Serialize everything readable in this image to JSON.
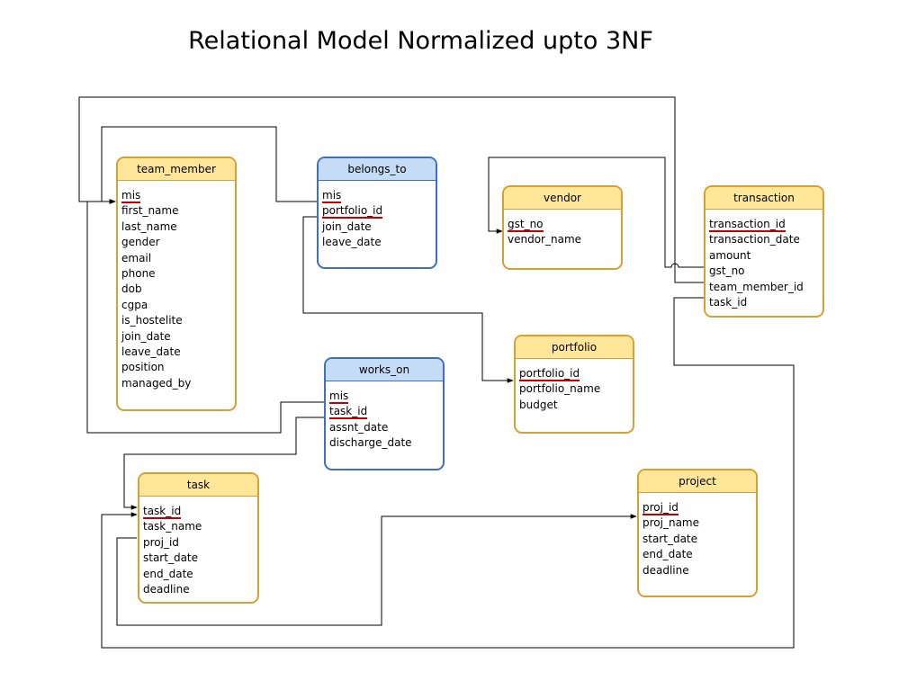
{
  "title": "Relational Model Normalized upto 3NF",
  "colors": {
    "entity_border": "#d6a033",
    "entity_header": "#ffe699",
    "relation_border": "#3f6fbf",
    "relation_header": "#c5dcf6",
    "key_underline": "#c00000"
  },
  "tables": {
    "team_member": {
      "name": "team_member",
      "keys": [
        "mis"
      ],
      "columns": [
        "mis",
        "first_name",
        "last_name",
        "gender",
        "email",
        "phone",
        "dob",
        "cgpa",
        "is_hostelite",
        "join_date",
        "leave_date",
        "position",
        "managed_by"
      ]
    },
    "belongs_to": {
      "name": "belongs_to",
      "keys": [
        "mis",
        "portfolio_id"
      ],
      "columns": [
        "mis",
        "portfolio_id",
        "join_date",
        "leave_date"
      ]
    },
    "vendor": {
      "name": "vendor",
      "keys": [
        "gst_no"
      ],
      "columns": [
        "gst_no",
        "vendor_name"
      ]
    },
    "transaction": {
      "name": "transaction",
      "keys": [
        "transaction_id"
      ],
      "columns": [
        "transaction_id",
        "transaction_date",
        "amount",
        "gst_no",
        "team_member_id",
        "task_id"
      ]
    },
    "portfolio": {
      "name": "portfolio",
      "keys": [
        "portfolio_id"
      ],
      "columns": [
        "portfolio_id",
        "portfolio_name",
        "budget"
      ]
    },
    "works_on": {
      "name": "works_on",
      "keys": [
        "mis",
        "task_id"
      ],
      "columns": [
        "mis",
        "task_id",
        "assnt_date",
        "discharge_date"
      ]
    },
    "task": {
      "name": "task",
      "keys": [
        "task_id"
      ],
      "columns": [
        "task_id",
        "task_name",
        "proj_id",
        "start_date",
        "end_date",
        "deadline"
      ]
    },
    "project": {
      "name": "project",
      "keys": [
        "proj_id"
      ],
      "columns": [
        "proj_id",
        "proj_name",
        "start_date",
        "end_date",
        "deadline"
      ]
    }
  }
}
